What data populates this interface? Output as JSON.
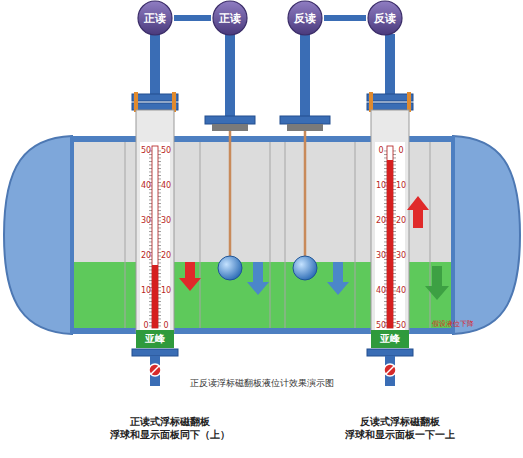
{
  "diagram": {
    "caption": "正反读浮标磁翻板液位计效果演示图",
    "nodes": [
      {
        "text": [
          "正读"
        ]
      },
      {
        "text": [
          "正读"
        ]
      },
      {
        "text": [
          "反读"
        ]
      },
      {
        "text": [
          "反读"
        ]
      }
    ],
    "edges": [
      {
        "from": 0,
        "to": 1,
        "arrow": "none"
      },
      {
        "from": 2,
        "to": 3,
        "arrow": "none"
      }
    ],
    "labels": [
      "50",
      "40",
      "30",
      "20",
      "10",
      "0",
      "50",
      "40",
      "30",
      "20",
      "10",
      "0",
      "0",
      "10",
      "20",
      "30",
      "40",
      "50",
      "0",
      "10",
      "20",
      "30",
      "40",
      "50",
      "亚峰",
      "亚峰",
      "假设液位下降",
      "正读式浮标磁翻板 浮球和显示面板同下（上）",
      "反读式浮标磁翻板 浮球和显示面板一下一上"
    ]
  }
}
